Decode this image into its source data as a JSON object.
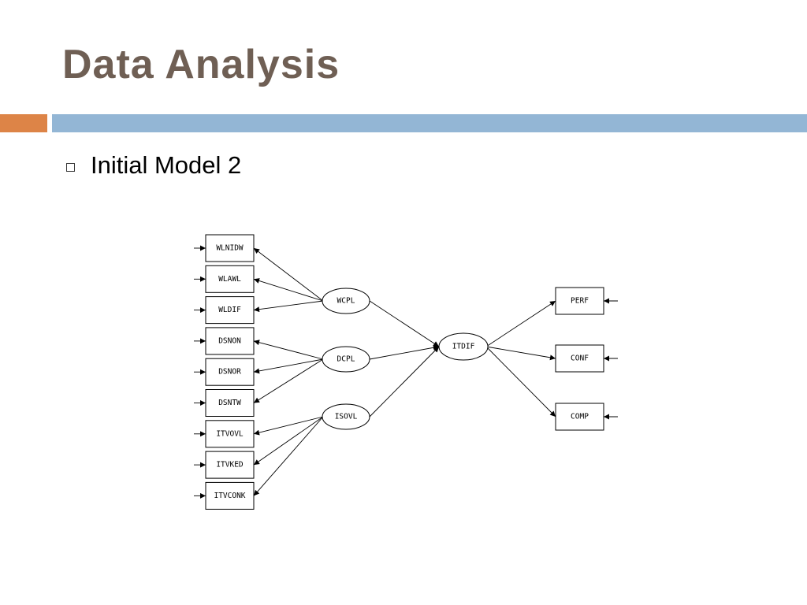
{
  "slide": {
    "title": "Data Analysis",
    "bullet": "Initial Model 2"
  },
  "colors": {
    "title": "#6f5f54",
    "accent_orange": "#dd8447",
    "accent_blue": "#93b6d5"
  },
  "diagram": {
    "observed_left": [
      "WLNIDW",
      "WLAWL",
      "WLDIF",
      "DSNON",
      "DSNOR",
      "DSNTW",
      "ITVOVL",
      "ITVKED",
      "ITVCONK"
    ],
    "latent_exogenous": [
      "WCPL",
      "DCPL",
      "ISOVL"
    ],
    "latent_endogenous": "ITDIF",
    "observed_right": [
      "PERF",
      "CONF",
      "COMP"
    ]
  }
}
